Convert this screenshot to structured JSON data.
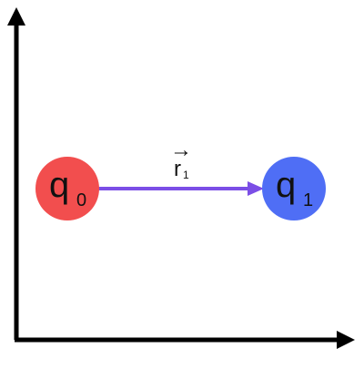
{
  "colors": {
    "axes": "#000000",
    "charge_0": "#f24e4e",
    "charge_1": "#4f6ef5",
    "vector": "#7b4ee6",
    "text": "#111111"
  },
  "charges": [
    {
      "symbol": "q",
      "subscript": "0"
    },
    {
      "symbol": "q",
      "subscript": "1"
    }
  ],
  "vector": {
    "symbol": "r",
    "subscript": "1",
    "arrow_glyph": "→"
  }
}
